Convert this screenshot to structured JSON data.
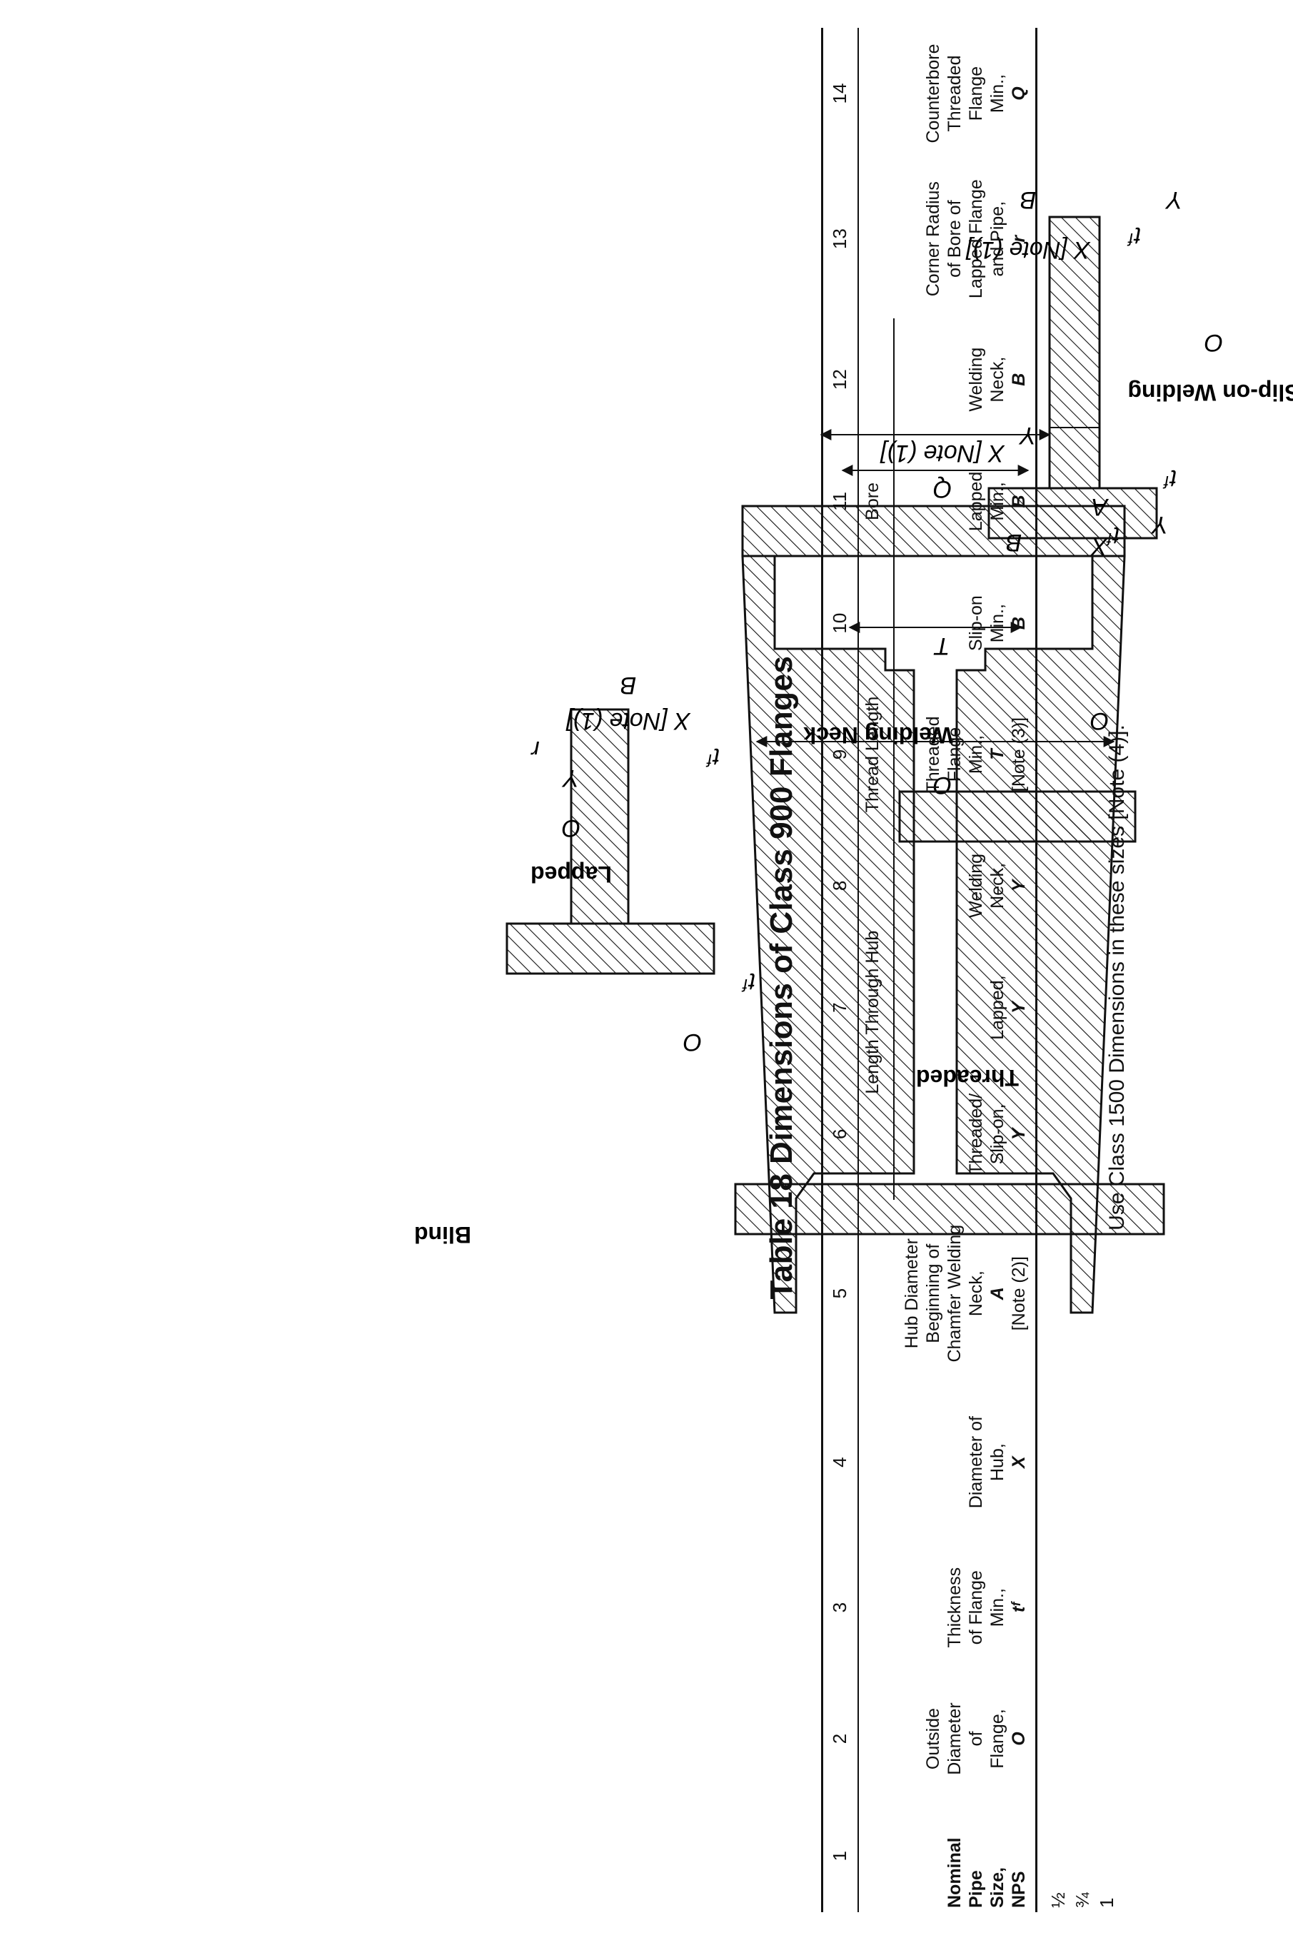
{
  "drawings": {
    "threaded": {
      "caption": "Threaded",
      "x_label": "X [Note (1)]",
      "q_label": "Q",
      "t_label": "T",
      "o_label": "O",
      "y_label": "Y",
      "tf_label": "tᶠ"
    },
    "slip_on": {
      "caption": "Slip-on Welding",
      "x_label": "X [Note (1)]",
      "b_label": "B",
      "o_label": "O",
      "y_label": "Y",
      "tf_label": "tᶠ"
    },
    "lapped": {
      "caption": "Lapped",
      "x_label": "X [Note (1)]",
      "b_label": "B",
      "y_label": "Y",
      "r_label": "r",
      "o_label": "O",
      "tf_label": "tᶠ"
    },
    "blind": {
      "caption": "Blind",
      "o_label": "O",
      "tf_label": "tᶠ"
    },
    "welding_neck": {
      "caption": "Welding Neck",
      "x_label": "X",
      "a_label": "A",
      "b_label": "B",
      "o_label": "O",
      "y_label": "Y",
      "tf_label": "tᶠ"
    }
  },
  "table": {
    "title": "Table 18   Dimensions of Class 900 Flanges",
    "column_numbers": [
      "1",
      "2",
      "3",
      "4",
      "5",
      "6",
      "7",
      "8",
      "9",
      "10",
      "11",
      "12",
      "13",
      "14"
    ],
    "group_headers": {
      "length_through_hub": "Length Through Hub",
      "thread_length": "Thread Length",
      "bore": "Bore"
    },
    "columns": {
      "c1": {
        "lines": [
          "Nominal",
          "Pipe",
          "Size,",
          "NPS"
        ]
      },
      "c2": {
        "lines": [
          "Outside",
          "Diameter",
          "of",
          "Flange,"
        ],
        "symbol": "O"
      },
      "c3": {
        "lines": [
          "Thickness",
          "of Flange",
          "Min.,"
        ],
        "symbol": "tᶠ"
      },
      "c4": {
        "lines": [
          "Diameter of",
          "Hub,"
        ],
        "symbol": "X"
      },
      "c5": {
        "lines": [
          "Hub Diameter",
          "Beginning of",
          "Chamfer Welding",
          "Neck,"
        ],
        "symbol": "A",
        "note": "[Note (2)]"
      },
      "c6": {
        "lines": [
          "Threaded/",
          "Slip-on,"
        ],
        "symbol": "Y"
      },
      "c7": {
        "lines": [
          "Lapped,"
        ],
        "symbol": "Y"
      },
      "c8": {
        "lines": [
          "Welding",
          "Neck,"
        ],
        "symbol": "Y"
      },
      "c9": {
        "lines": [
          "Threaded",
          "Flange",
          "Min.,"
        ],
        "symbol": "T",
        "note": "[Note (3)]"
      },
      "c10": {
        "lines": [
          "Slip-on",
          "Min.,"
        ],
        "symbol": "B"
      },
      "c11": {
        "lines": [
          "Lapped",
          "Min.,"
        ],
        "symbol": "B"
      },
      "c12": {
        "lines": [
          "Welding",
          "Neck,"
        ],
        "symbol": "B"
      },
      "c13": {
        "lines": [
          "Corner Radius",
          "of Bore of",
          "Lapped Flange",
          "and Pipe,"
        ],
        "symbol": "r"
      },
      "c14": {
        "lines": [
          "Counterbore",
          "Threaded",
          "Flange",
          "Min.,"
        ],
        "symbol": "Q"
      }
    },
    "sizes": [
      "½",
      "¾",
      "1"
    ],
    "footnote": "Use Class 1500 Dimensions in these sizes [Note (4)]."
  }
}
